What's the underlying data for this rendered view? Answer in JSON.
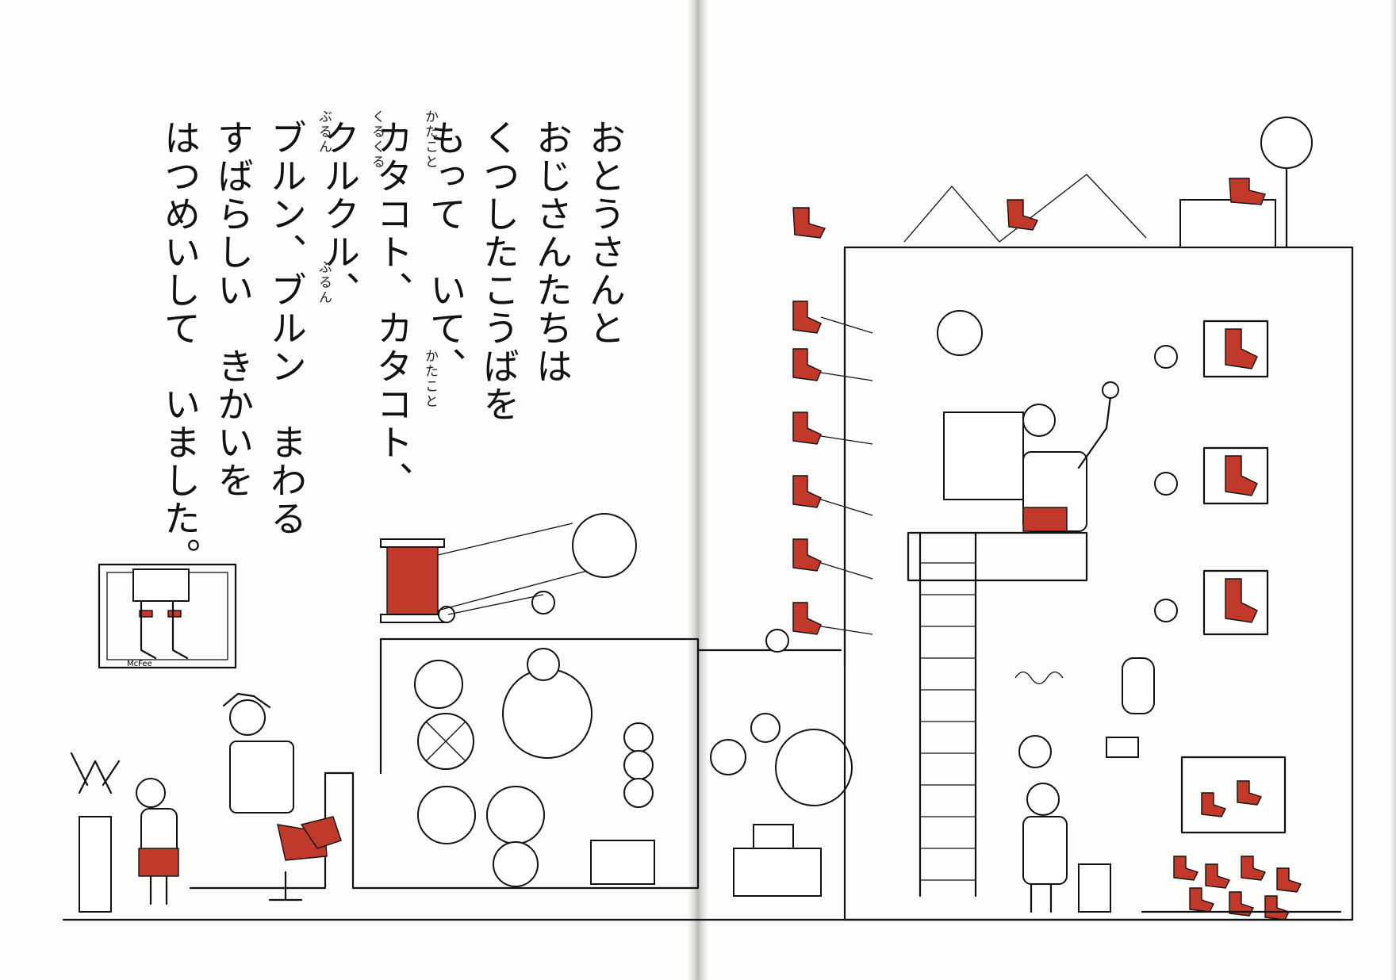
{
  "book": {
    "lines": [
      "おとうさんと",
      "おじさんたちは",
      "くつしたこうばを",
      "もって　いて、",
      "カタコト、カタコト、",
      "クルクル、",
      "ブルン、ブルン　まわる",
      "すばらしい　きかいを",
      "はつめいして　いました。"
    ],
    "ruby": {
      "katakoto_1": "かたこと",
      "katakoto_2": "かたこと",
      "kurukuru": "くるくる",
      "burun_1": "ぶるん",
      "burun_2": "ぶるん"
    },
    "picture_sign": "McFee"
  },
  "colors": {
    "ink": "#111111",
    "accent_red": "#c0392b",
    "paper": "#fdfdfc"
  }
}
